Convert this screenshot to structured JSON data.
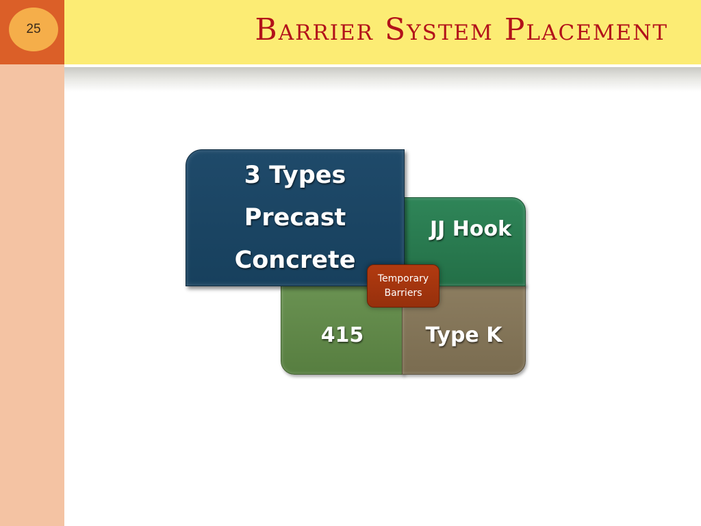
{
  "slide": {
    "number": "25",
    "title": "Barrier System Placement"
  },
  "diagram": {
    "center_label_line1": "Temporary",
    "center_label_line2": "Barriers",
    "tiles": {
      "top_left": {
        "line1": "3 Types",
        "line2": "Precast",
        "line3": "Concrete",
        "color": "#1b4563"
      },
      "top_right": {
        "label": "JJ Hook",
        "color": "#2a7a50"
      },
      "bottom_left": {
        "label": "415",
        "color": "#5f8848"
      },
      "bottom_right": {
        "label": "Type K",
        "color": "#847557"
      }
    },
    "center_color": "#a3360e"
  },
  "theme": {
    "title_color": "#b2121a",
    "header_color": "#fcec74",
    "rail_color": "#f4c3a3",
    "corner_color": "#db5f28",
    "page_badge_color": "#f5ae4a"
  }
}
